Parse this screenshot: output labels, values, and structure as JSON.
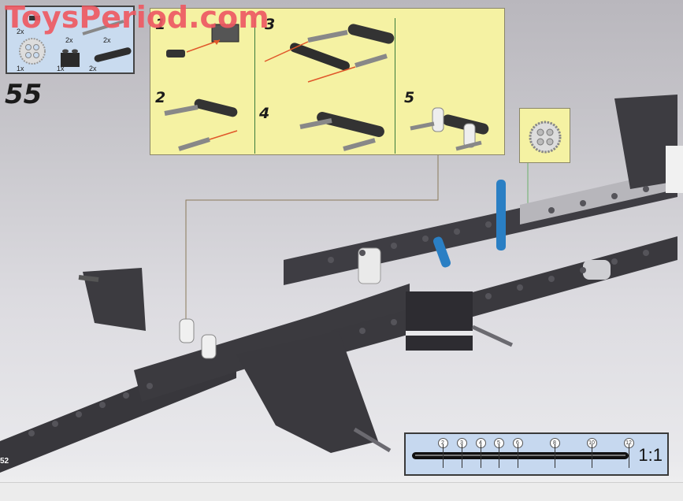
{
  "watermark": "ToysPeriod.com",
  "parts_list": {
    "items": [
      {
        "part": "pin-with-friction",
        "qty": "2x"
      },
      {
        "part": "axle-short",
        "qty": "2x"
      },
      {
        "part": "axle-long",
        "qty": "2x"
      },
      {
        "part": "gear-24-tooth",
        "qty": "1x"
      },
      {
        "part": "brick-1x2-with-hole",
        "qty": "1x"
      },
      {
        "part": "beam-liftarm-5",
        "qty": "2x"
      }
    ]
  },
  "step_number": "55",
  "sub_assembly": {
    "steps": [
      {
        "label": "1"
      },
      {
        "label": "2"
      },
      {
        "label": "3"
      },
      {
        "label": "4"
      },
      {
        "label": "5"
      }
    ]
  },
  "callout": {
    "part": "gear-24-tooth"
  },
  "ruler": {
    "ticks": [
      "2",
      "3",
      "4",
      "5",
      "6",
      "8",
      "10",
      "12"
    ],
    "scale": "1:1"
  },
  "page_number": "52",
  "colors": {
    "panel_yellow": "#f5f2a3",
    "parts_blue": "#c9dbef",
    "model_dark": "#3a393e",
    "accent_blue": "#2a7fc4",
    "arrow_orange": "#e0572a",
    "watermark_red": "#ee5a63"
  }
}
